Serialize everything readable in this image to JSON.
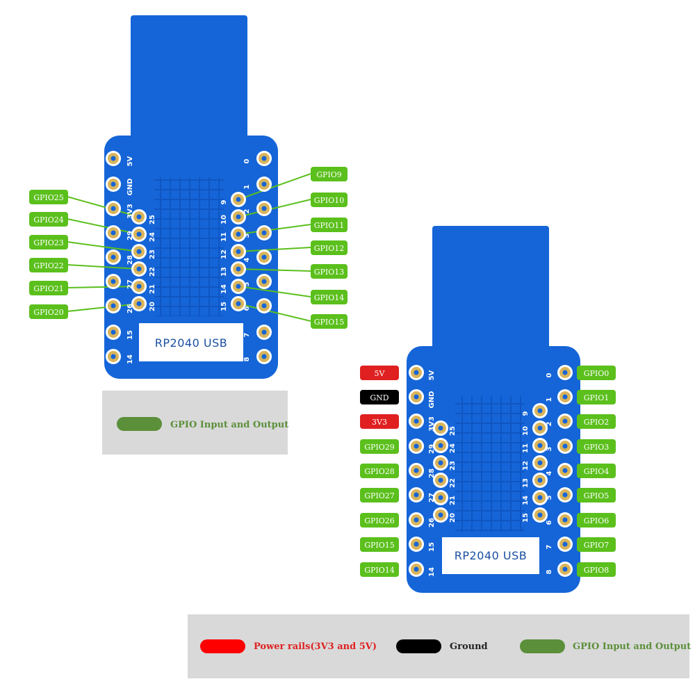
{
  "board_label": "RP2040 USB",
  "board1": {
    "tags": [
      "GPIO25",
      "GPIO24",
      "GPIO23",
      "GPIO22",
      "GPIO21",
      "GPIO20",
      "GPIO9",
      "GPIO10",
      "GPIO11",
      "GPIO12",
      "GPIO13",
      "GPIO14",
      "GPIO15"
    ],
    "left_silk": [
      "5V",
      "GND",
      "3V3",
      "29",
      "28",
      "27",
      "26",
      "15",
      "14"
    ],
    "inner_left_nums": [
      "25",
      "24",
      "23",
      "22",
      "21",
      "20"
    ],
    "inner_right_nums": [
      "9",
      "10",
      "11",
      "12",
      "13",
      "14",
      "15"
    ],
    "right_silk": [
      "0",
      "1",
      "2",
      "3",
      "4",
      "5",
      "6",
      "7",
      "8"
    ]
  },
  "board2": {
    "left_tags": [
      "5V",
      "GND",
      "3V3",
      "GPIO29",
      "GPIO28",
      "GPIO27",
      "GPIO26",
      "GPIO15",
      "GPIO14"
    ],
    "right_tags": [
      "GPIO0",
      "GPIO1",
      "GPIO2",
      "GPIO3",
      "GPIO4",
      "GPIO5",
      "GPIO6",
      "GPIO7",
      "GPIO8"
    ]
  },
  "legend1": {
    "gpio_label": "GPIO Input and Output"
  },
  "legend2": {
    "power_label": "Power rails(3V3 and 5V)",
    "ground_label": "Ground",
    "gpio_label": "GPIO Input and Output"
  },
  "colors": {
    "pcb": "#1565d8",
    "gpio": "#5bbf1c",
    "power": "#e02020",
    "ground": "#000000",
    "pad": "#d9b45a"
  }
}
